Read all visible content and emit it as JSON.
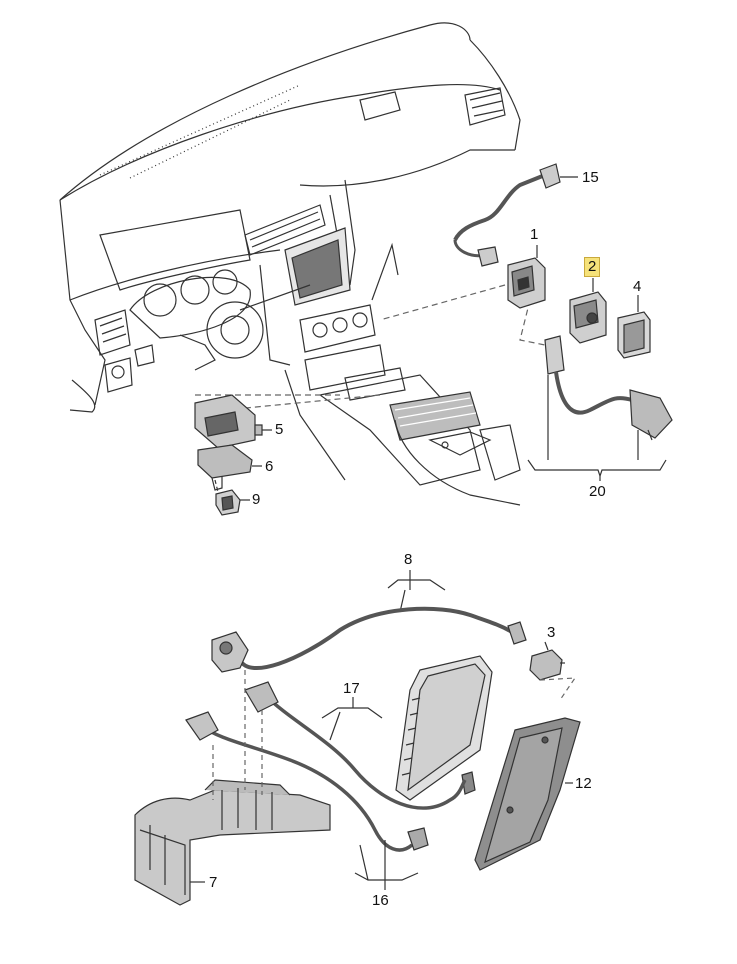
{
  "diagram": {
    "callouts": [
      {
        "id": "c1",
        "label": "1",
        "highlighted": false
      },
      {
        "id": "c2",
        "label": "2",
        "highlighted": true
      },
      {
        "id": "c3",
        "label": "3",
        "highlighted": false
      },
      {
        "id": "c4",
        "label": "4",
        "highlighted": false
      },
      {
        "id": "c5",
        "label": "5",
        "highlighted": false
      },
      {
        "id": "c6",
        "label": "6",
        "highlighted": false
      },
      {
        "id": "c7",
        "label": "7",
        "highlighted": false
      },
      {
        "id": "c8",
        "label": "8",
        "highlighted": false
      },
      {
        "id": "c9",
        "label": "9",
        "highlighted": false
      },
      {
        "id": "c12",
        "label": "12",
        "highlighted": false
      },
      {
        "id": "c15",
        "label": "15",
        "highlighted": false
      },
      {
        "id": "c16",
        "label": "16",
        "highlighted": false
      },
      {
        "id": "c17",
        "label": "17",
        "highlighted": false
      },
      {
        "id": "c20",
        "label": "20",
        "highlighted": false
      }
    ],
    "colors": {
      "line": "#333333",
      "part_fill": "#d9d9d9",
      "part_dark": "#555555",
      "highlight": "#f6e27a"
    }
  }
}
